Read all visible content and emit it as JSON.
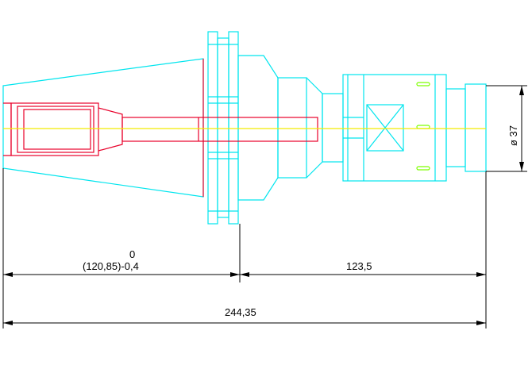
{
  "drawing": {
    "dimensions": {
      "upper_tolerance": "0",
      "left_nominal": "(120,85)-0,4",
      "right_length": "123,5",
      "overall_length": "244,35",
      "diameter": "ø 37"
    },
    "colors": {
      "outline": "#00e5ee",
      "cutting_part": "#e8002a",
      "axis": "#f2ec00",
      "marks": "#7dff00",
      "dimension": "#000000"
    }
  }
}
